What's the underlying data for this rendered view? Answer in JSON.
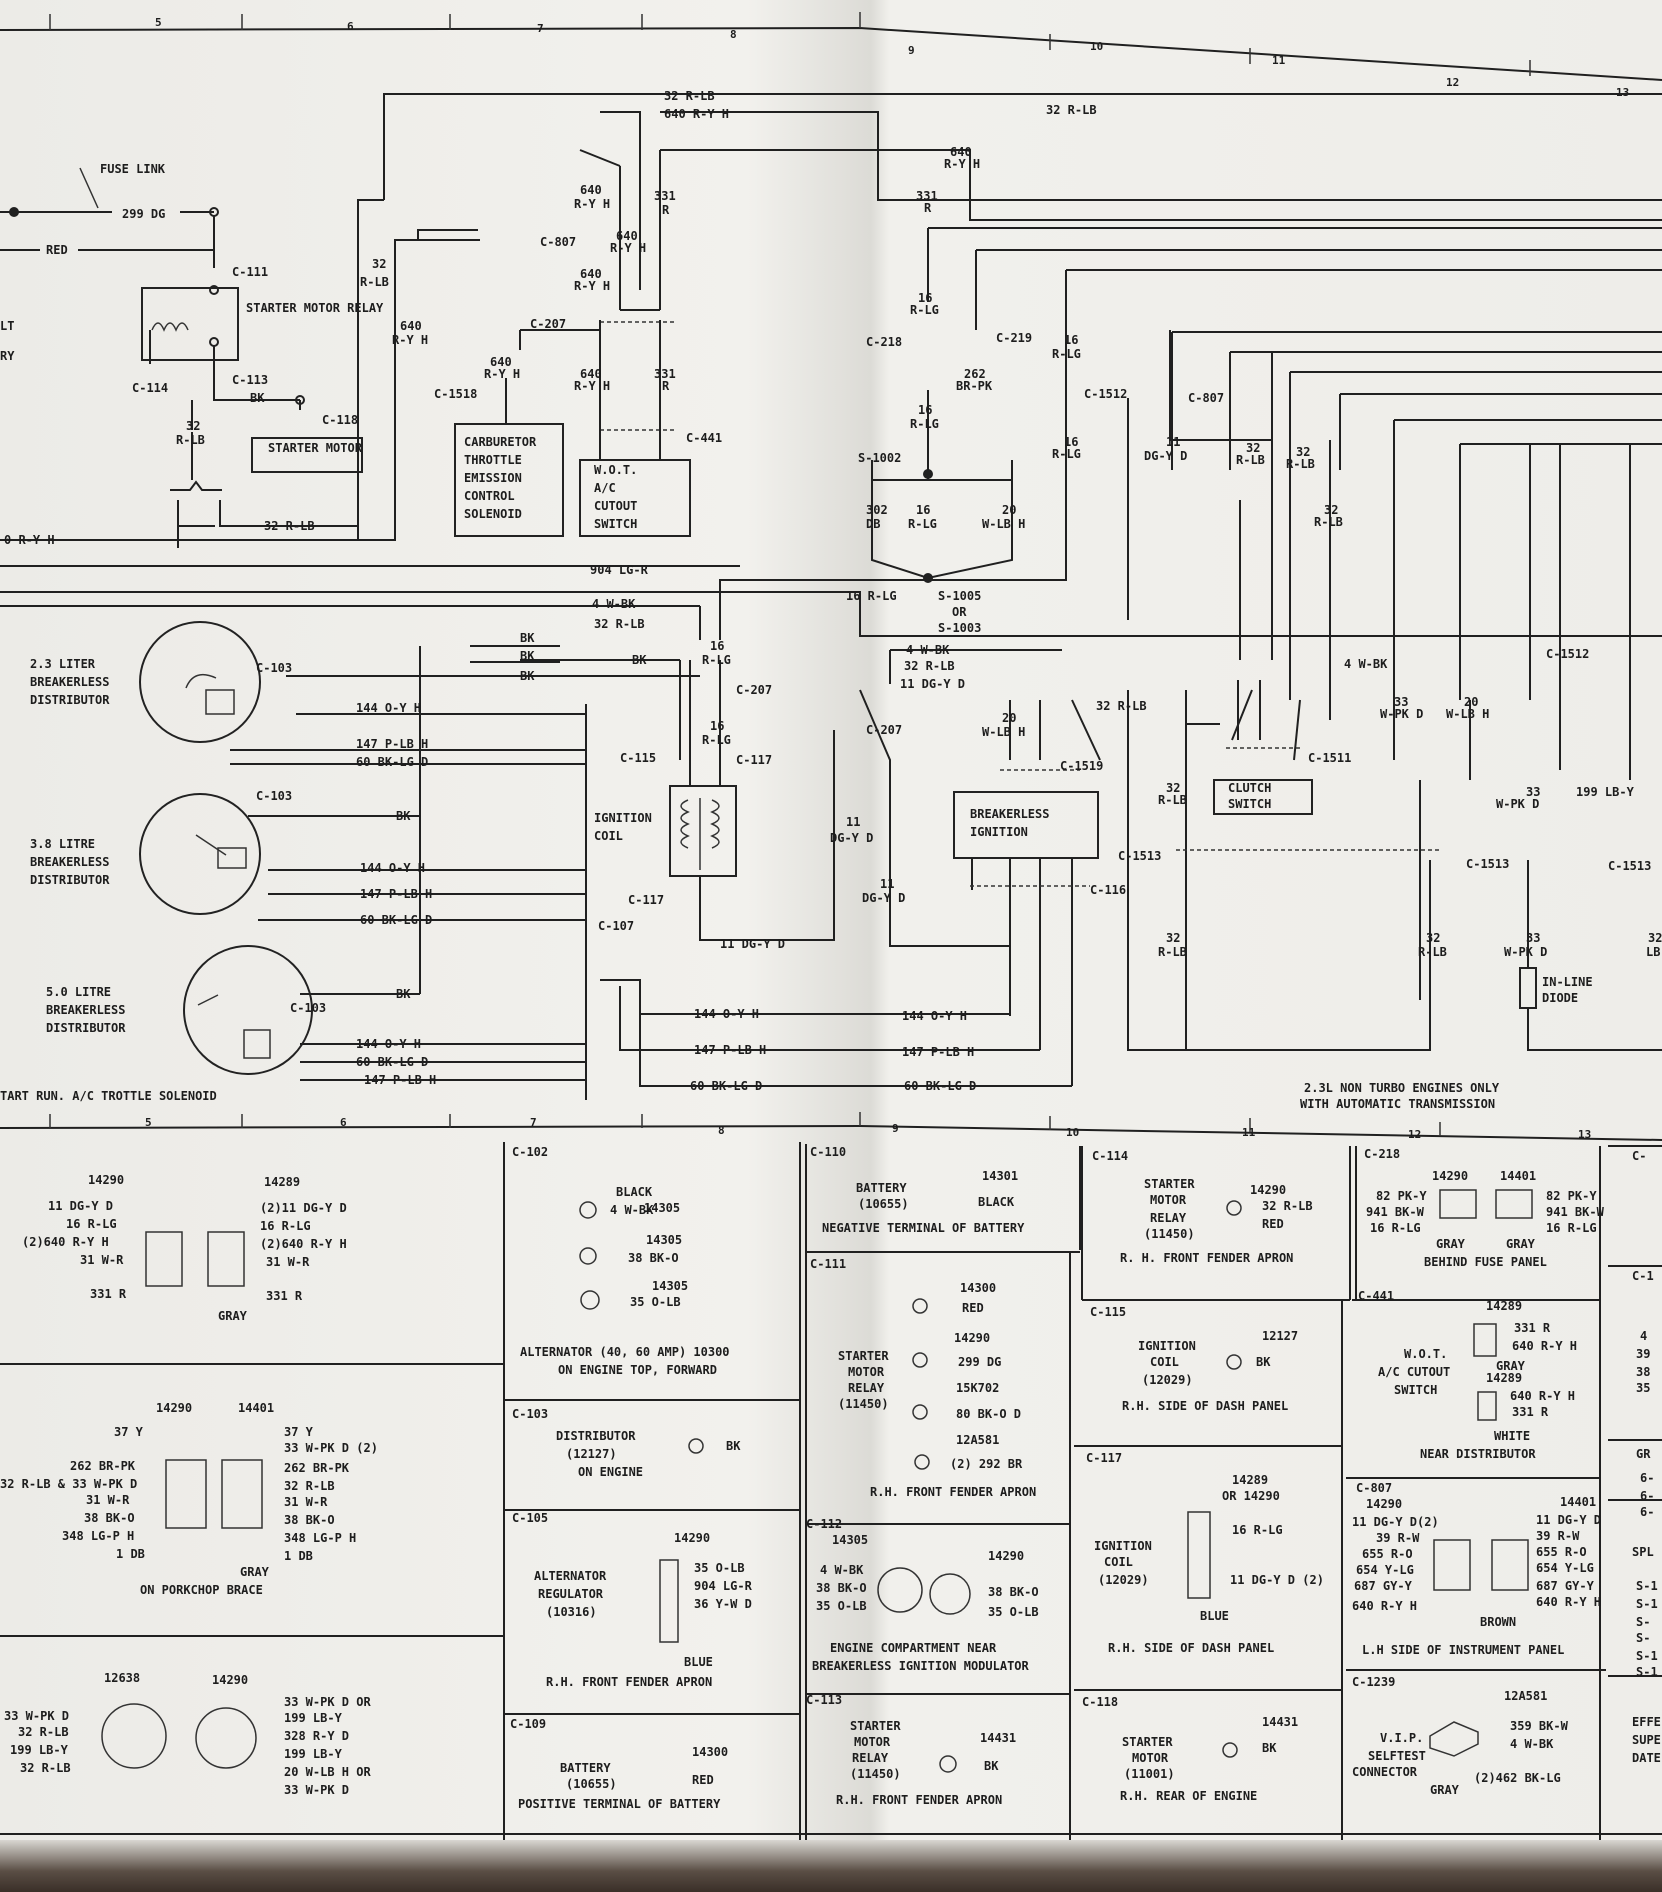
{
  "columns": {
    "top": [
      "5",
      "6",
      "7",
      "8",
      "9",
      "10",
      "11",
      "12",
      "13"
    ],
    "bottom": [
      "5",
      "6",
      "7",
      "8",
      "9",
      "10",
      "11",
      "12",
      "13"
    ]
  },
  "wires": {
    "fuse_link": "FUSE LINK",
    "w299": "299 DG",
    "red": "RED",
    "w32rlb": "32 R-LB",
    "w640": "640 R-Y H",
    "w640_left": "0 R-Y H",
    "w640_mid": "640",
    "rYh": "R-Y H",
    "w331": "331",
    "r": "R",
    "w32": "32",
    "rlb": "R-LB",
    "w16": "16",
    "rlg": "R-LG",
    "w262": "262",
    "brpk": "BR-PK",
    "w11": "11",
    "dgyd": "DG-Y D",
    "w302": "302",
    "db": "DB",
    "w20": "20",
    "wlbh": "W-LB H",
    "w904": "904 LG-R",
    "w4wbk": "4 W-BK",
    "w16rlg": "16 R-LG",
    "w11dgyd": "11 DG-Y D",
    "w144": "144 O-Y H",
    "w147": "147 P-LB H",
    "w60": "60 BK-LG D",
    "bk": "BK",
    "w33": "33",
    "wpkd": "W-PK D",
    "w199": "199 LB-Y",
    "lb": "LB"
  },
  "components": {
    "starter_relay": "STARTER MOTOR RELAY",
    "starter_motor": "STARTER MOTOR",
    "carb_solenoid": [
      "CARBURETOR",
      "THROTTLE",
      "EMISSION",
      "CONTROL",
      "SOLENOID"
    ],
    "wot_switch": [
      "W.O.T.",
      "A/C",
      "CUTOUT",
      "SWITCH"
    ],
    "ignition_coil": [
      "IGNITION",
      "COIL"
    ],
    "breakerless_ignition": [
      "BREAKERLESS",
      "IGNITION"
    ],
    "clutch_switch": [
      "CLUTCH",
      "SWITCH"
    ],
    "inline_diode": [
      "IN-LINE",
      "DIODE"
    ],
    "dist_23": [
      "2.3 LITER",
      "BREAKERLESS",
      "DISTRIBUTOR"
    ],
    "dist_38": [
      "3.8 LITRE",
      "BREAKERLESS",
      "DISTRIBUTOR"
    ],
    "dist_50": [
      "5.0 LITRE",
      "BREAKERLESS",
      "DISTRIBUTOR"
    ],
    "start_run": "TART RUN. A/C TROTTLE SOLENOID",
    "lt": "LT",
    "ry": "RY",
    "note_23l": [
      "2.3L NON TURBO ENGINES ONLY",
      "WITH AUTOMATIC TRANSMISSION"
    ]
  },
  "connectors": {
    "c111": "C-111",
    "c113": "C-113",
    "c114": "C-114",
    "c118": "C-118",
    "c807": "C-807",
    "c207": "C-207",
    "c1518": "C-1518",
    "c441": "C-441",
    "c218": "C-218",
    "c219": "C-219",
    "c1512": "C-1512",
    "s1002": "S-1002",
    "s1005": [
      "S-1005",
      "OR",
      "S-1003"
    ],
    "c103": "C-103",
    "c115": "C-115",
    "c117": "C-117",
    "c107": "C-107",
    "c1519": "C-1519",
    "c116": "C-116",
    "c1511": "C-1511",
    "c1513": "C-1513"
  },
  "panels": {
    "p1": {
      "num1": "14290",
      "num2": "14289",
      "left": [
        "11 DG-Y D",
        "16 R-LG",
        "(2)640 R-Y H",
        "31 W-R",
        "331 R"
      ],
      "right": [
        "(2)11 DG-Y D",
        "16 R-LG",
        "(2)640 R-Y H",
        "31 W-R",
        "331 R"
      ],
      "note": "GRAY"
    },
    "p2": {
      "num1": "14290",
      "num2": "14401",
      "left": [
        "37 Y",
        "262 BR-PK",
        "32 R-LB & 33 W-PK D",
        "31 W-R",
        "38 BK-O",
        "348 LG-P H",
        "1 DB"
      ],
      "right": [
        "37 Y",
        "33 W-PK D (2)",
        "262 BR-PK",
        "32 R-LB",
        "31 W-R",
        "38 BK-O",
        "348 LG-P H",
        "1 DB"
      ],
      "note": "GRAY",
      "loc": "ON PORKCHOP BRACE"
    },
    "p3": {
      "num1": "12638",
      "num2": "14290",
      "left": [
        "33 W-PK D",
        "32 R-LB",
        "199 LB-Y",
        "32 R-LB"
      ],
      "right": [
        "33 W-PK D OR",
        "199 LB-Y",
        "328 R-Y D",
        "199 LB-Y",
        "20 W-LB H OR",
        "33 W-PK D"
      ]
    },
    "c102": {
      "id": "C-102",
      "items": [
        [
          "14305",
          "BLACK",
          "4 W-BK"
        ],
        [
          "14305",
          "",
          "38 BK-O"
        ],
        [
          "14305",
          "",
          "35 O-LB"
        ]
      ],
      "loc": [
        "ALTERNATOR (40, 60 AMP) 10300",
        "ON ENGINE TOP, FORWARD"
      ]
    },
    "c103": {
      "id": "C-103",
      "name": [
        "DISTRIBUTOR",
        "(12127)",
        "ON ENGINE"
      ],
      "wire": "BK"
    },
    "c105": {
      "id": "C-105",
      "num": "14290",
      "name": [
        "ALTERNATOR",
        "REGULATOR",
        "(10316)"
      ],
      "wires": [
        "35 O-LB",
        "904 LG-R",
        "36 Y-W D"
      ],
      "note": "BLUE",
      "loc": "R.H. FRONT FENDER APRON"
    },
    "c109": {
      "id": "C-109",
      "name": [
        "BATTERY",
        "(10655)"
      ],
      "num": "14300",
      "wire": "RED",
      "loc": "POSITIVE TERMINAL OF BATTERY"
    },
    "c110": {
      "id": "C-110",
      "name": [
        "BATTERY",
        "(10655)"
      ],
      "num": "14301",
      "wire": "BLACK",
      "loc": "NEGATIVE TERMINAL OF BATTERY"
    },
    "c111": {
      "id": "C-111",
      "name": [
        "STARTER",
        "MOTOR",
        "RELAY",
        "(11450)"
      ],
      "items": [
        [
          "14300",
          "RED"
        ],
        [
          "14290",
          "299 DG"
        ],
        [
          "15K702",
          "80 BK-O D"
        ],
        [
          "12A581",
          "(2) 292 BR"
        ]
      ],
      "loc": "R.H. FRONT FENDER APRON"
    },
    "c112": {
      "id": "C-112",
      "num1": "14305",
      "num2": "14290",
      "left": [
        "4 W-BK",
        "38 BK-O",
        "35 O-LB"
      ],
      "right": [
        "38 BK-O",
        "35 O-LB"
      ],
      "loc": [
        "ENGINE COMPARTMENT NEAR",
        "BREAKERLESS IGNITION MODULATOR"
      ]
    },
    "c113": {
      "id": "C-113",
      "name": [
        "STARTER",
        "MOTOR",
        "RELAY",
        "(11450)"
      ],
      "num": "14431",
      "wire": "BK",
      "loc": "R.H. FRONT FENDER APRON"
    },
    "c114": {
      "id": "C-114",
      "name": [
        "STARTER",
        "MOTOR",
        "RELAY",
        "(11450)"
      ],
      "num": "14290",
      "wires": [
        "32 R-LB",
        "RED"
      ],
      "loc": "R. H. FRONT FENDER APRON"
    },
    "c115": {
      "id": "C-115",
      "name": [
        "IGNITION",
        "COIL",
        "(12029)"
      ],
      "num": "12127",
      "wire": "BK",
      "loc": "R.H. SIDE OF DASH PANEL"
    },
    "c117": {
      "id": "C-117",
      "nums": [
        "14289",
        "OR 14290"
      ],
      "name": [
        "IGNITION",
        "COIL",
        "(12029)"
      ],
      "wires": [
        "16 R-LG",
        "11 DG-Y D (2)"
      ],
      "note": "BLUE",
      "loc": "R.H. SIDE OF DASH PANEL"
    },
    "c118": {
      "id": "C-118",
      "name": [
        "STARTER",
        "MOTOR",
        "(11001)"
      ],
      "num": "14431",
      "wire": "BK",
      "loc": "R.H. REAR OF ENGINE"
    },
    "c218": {
      "id": "C-218",
      "num1": "14290",
      "num2": "14401",
      "left": [
        "82 PK-Y",
        "941 BK-W",
        "16 R-LG"
      ],
      "right": [
        "82 PK-Y",
        "941 BK-W",
        "16 R-LG"
      ],
      "notes": [
        "GRAY",
        "GRAY"
      ],
      "loc": "BEHIND FUSE PANEL"
    },
    "c441": {
      "id": "C-441",
      "num1": "14289",
      "num2": "14289",
      "name": [
        "W.O.T.",
        "A/C CUTOUT",
        "SWITCH"
      ],
      "w1": [
        "331 R",
        "640 R-Y H"
      ],
      "w2": [
        "640 R-Y H",
        "331 R"
      ],
      "notes": [
        "GRAY",
        "WHITE"
      ],
      "loc": "NEAR DISTRIBUTOR"
    },
    "c807": {
      "id": "C-807",
      "num1": "14290",
      "num2": "14401",
      "left": [
        "11 DG-Y D(2)",
        "39 R-W",
        "655 R-O",
        "654 Y-LG",
        "687 GY-Y",
        "640 R-Y H"
      ],
      "right": [
        "11 DG-Y D",
        "39 R-W",
        "655 R-O",
        "654 Y-LG",
        "687 GY-Y",
        "640 R-Y H"
      ],
      "note": "BROWN",
      "loc": "L.H SIDE OF INSTRUMENT PANEL"
    },
    "c1239": {
      "id": "C-1239",
      "num": "12A581",
      "name": [
        "V.I.P.",
        "SELFTEST",
        "CONNECTOR"
      ],
      "wires": [
        "359 BK-W",
        "4 W-BK",
        "(2)462 BK-LG"
      ],
      "note": "GRAY"
    },
    "edge": [
      "C-",
      "C-1",
      "4",
      "39",
      "38",
      "35",
      "GR",
      "6-",
      "6-",
      "6-",
      "SPL",
      "S-1",
      "S-1",
      "S-",
      "S-",
      "S-1",
      "S-1",
      "EFFE",
      "SUPE",
      "DATE"
    ]
  }
}
